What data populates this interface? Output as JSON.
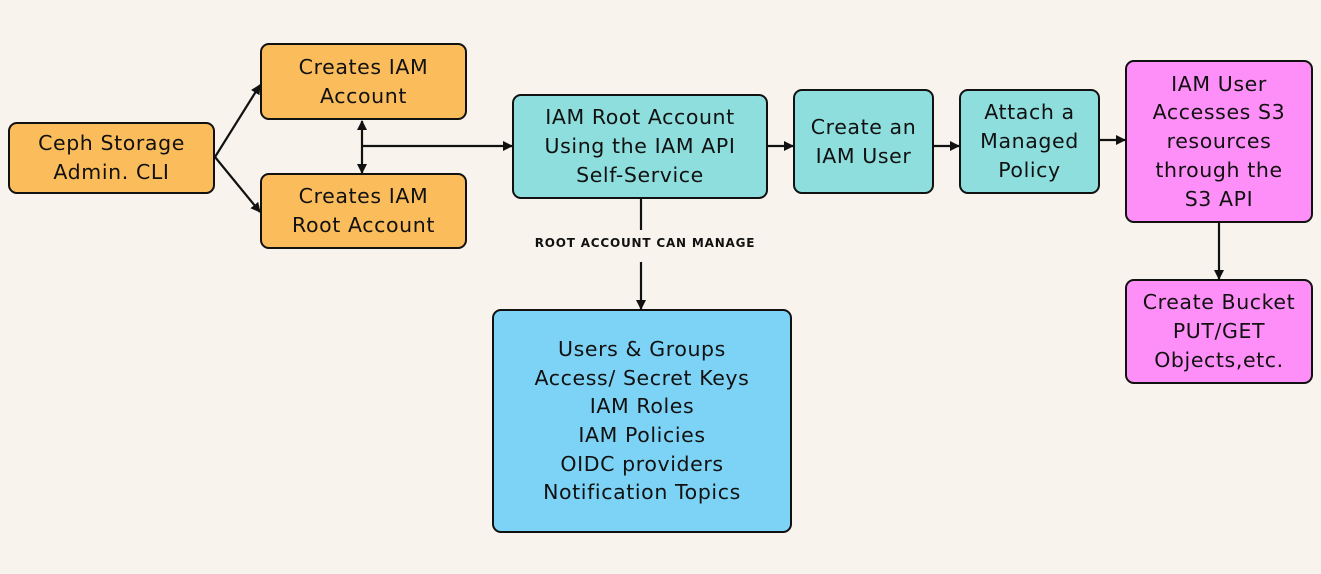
{
  "diagram": {
    "nodes": {
      "ceph_admin": "Ceph Storage\nAdmin. CLI",
      "creates_iam_account": "Creates IAM\nAccount",
      "creates_iam_root_account": "Creates IAM\nRoot Account",
      "iam_root_account": "IAM Root Account\nUsing the IAM API\nSelf-Service",
      "create_iam_user": "Create an\nIAM User",
      "attach_policy": "Attach a\nManaged\nPolicy",
      "iam_user_s3": "IAM User\nAccesses S3\nresources\nthrough the\nS3 API",
      "create_bucket": "Create Bucket\nPUT/GET\nObjects,etc.",
      "root_manage_list": "Users & Groups\nAccess/ Secret Keys\nIAM Roles\nIAM Policies\nOIDC providers\nNotification Topics"
    },
    "edge_labels": {
      "root_can_manage": "ROOT ACCOUNT CAN MANAGE"
    },
    "colors": {
      "background": "#f8f4ed",
      "orange": "#fbbd5b",
      "teal": "#8ddedd",
      "pink": "#ff8ff8",
      "blue": "#7dd3f5"
    }
  }
}
